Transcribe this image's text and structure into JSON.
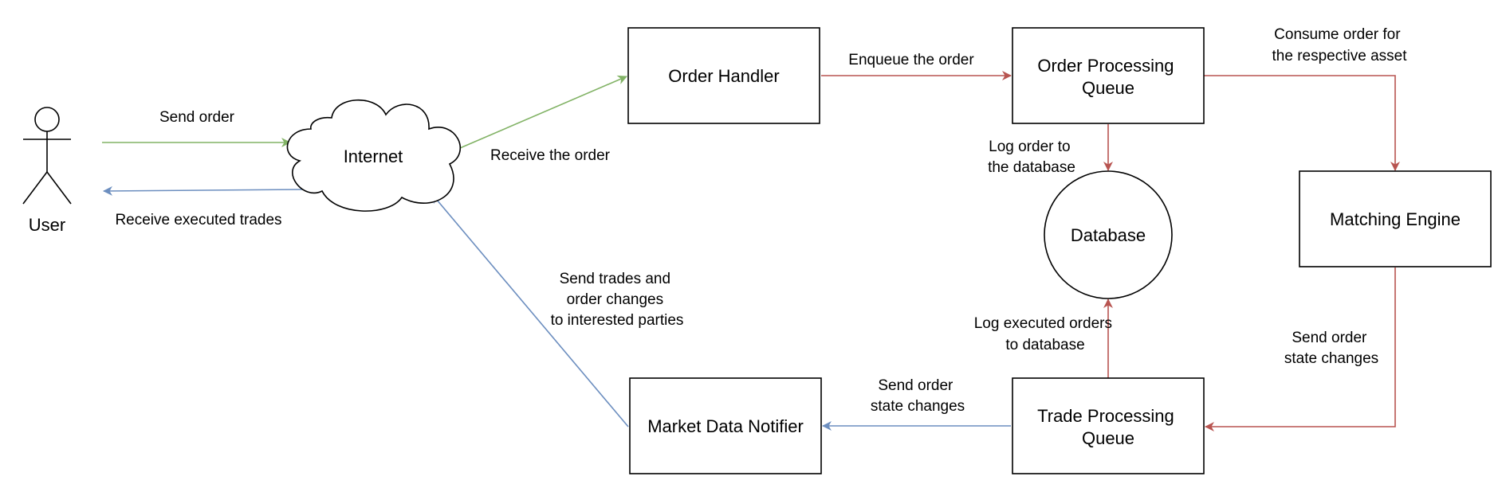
{
  "colors": {
    "green": "#82b366",
    "red": "#b85450",
    "blue": "#6c8ebf",
    "stroke": "#000000",
    "fill": "#ffffff"
  },
  "nodes": {
    "user": "User",
    "internet": "Internet",
    "order_handler": "Order Handler",
    "order_processing_queue": [
      "Order Processing",
      "Queue"
    ],
    "database": "Database",
    "matching_engine": "Matching Engine",
    "trade_processing_queue": [
      "Trade Processing",
      "Queue"
    ],
    "market_data_notifier": "Market Data Notifier"
  },
  "edges": {
    "send_order": "Send order",
    "receive_executed_trades": "Receive executed trades",
    "receive_the_order": "Receive the order",
    "enqueue_the_order": "Enqueue the order",
    "consume_order": [
      "Consume order for",
      "the respective asset"
    ],
    "log_order": [
      "Log order to",
      "the database"
    ],
    "send_order_state_changes_right": [
      "Send order",
      "state changes"
    ],
    "log_executed_orders": [
      "Log executed orders",
      "to database"
    ],
    "send_order_state_changes_bottom": [
      "Send order",
      "state changes"
    ],
    "send_trades": [
      "Send trades and",
      "order changes",
      "to interested parties"
    ]
  }
}
